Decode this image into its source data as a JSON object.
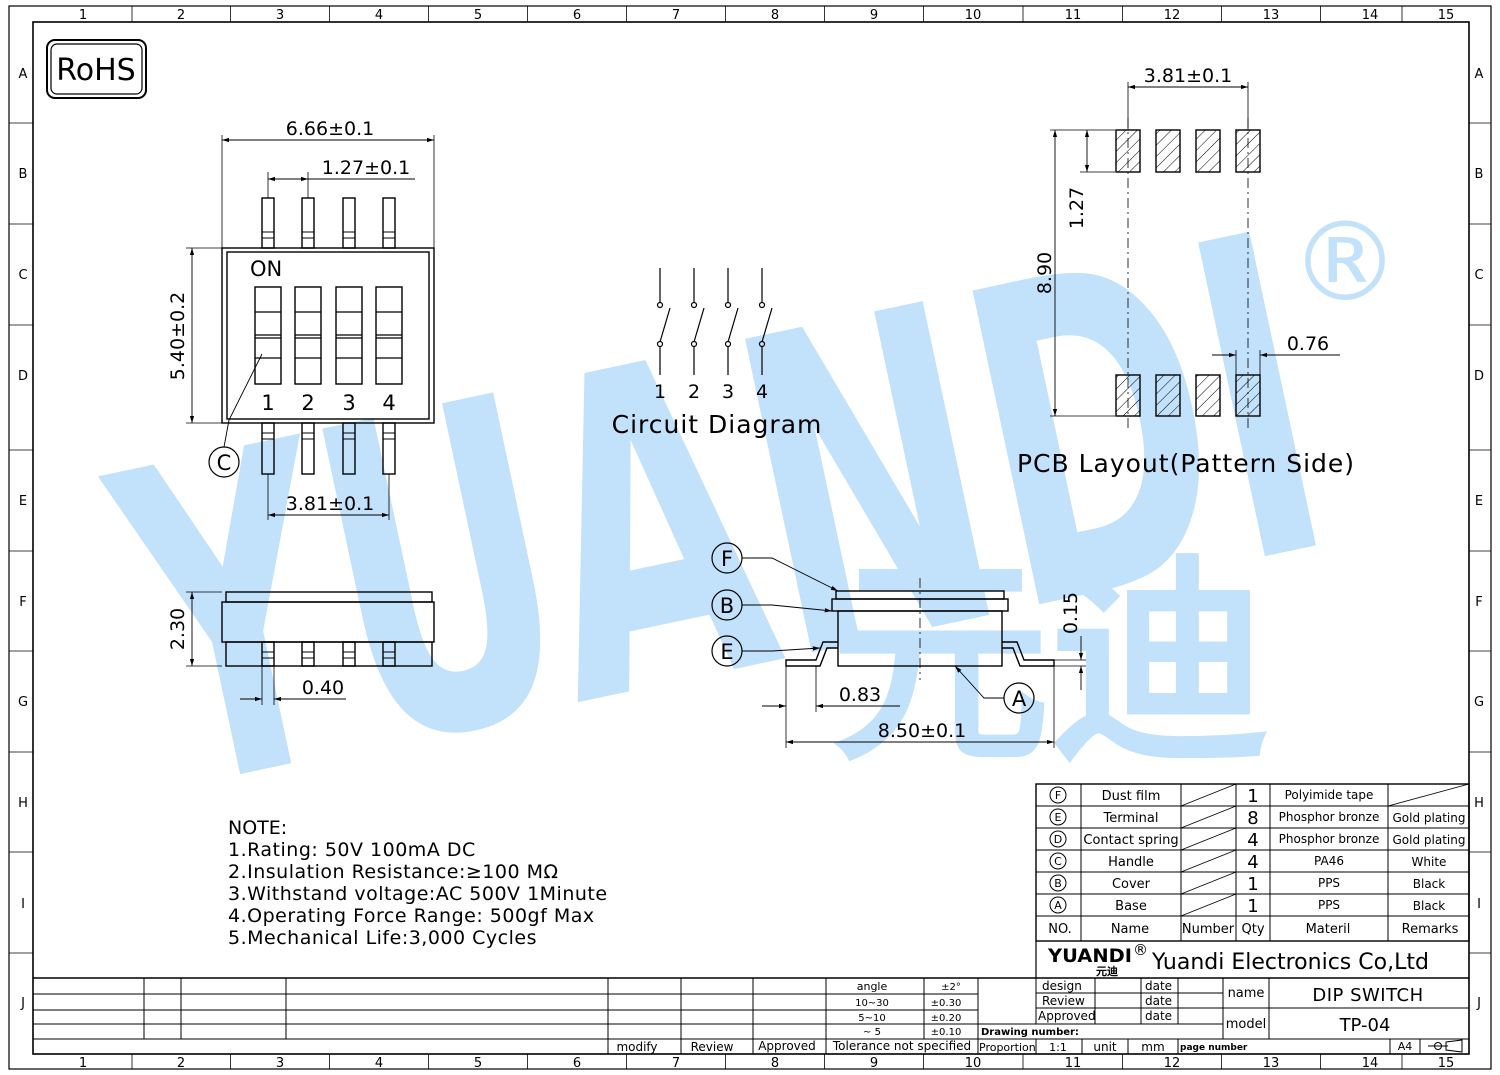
{
  "frame": {
    "col_numbers": [
      "1",
      "2",
      "3",
      "4",
      "5",
      "6",
      "7",
      "8",
      "9",
      "10",
      "11",
      "12",
      "13",
      "14",
      "15"
    ],
    "row_letters": [
      "A",
      "B",
      "C",
      "D",
      "E",
      "F",
      "G",
      "H",
      "I",
      "J"
    ]
  },
  "rohs": "RoHS",
  "watermark": {
    "text": "YUANDI",
    "cn": "元迪",
    "mark": "®",
    "color": "#bfe0fb",
    "accent": "#cdeec4"
  },
  "top_view": {
    "dim_width": "6.66±0.1",
    "dim_pitch": "1.27±0.1",
    "dim_height": "5.40±0.2",
    "dim_pin_span": "3.81±0.1",
    "on_label": "ON",
    "switch_numbers": [
      "1",
      "2",
      "3",
      "4"
    ],
    "callout_c": "C"
  },
  "side_view": {
    "dim_height": "2.30",
    "dim_lead": "0.40"
  },
  "circuit": {
    "title": "Circuit Diagram",
    "numbers": [
      "1",
      "2",
      "3",
      "4"
    ]
  },
  "pcb": {
    "title": "PCB Layout(Pattern Side)",
    "dim_span": "3.81±0.1",
    "dim_pitch": "1.27",
    "dim_height": "8.90",
    "dim_pad": "0.76"
  },
  "section": {
    "callouts": [
      "F",
      "B",
      "E",
      "A"
    ],
    "dim_015": "0.15",
    "dim_083": "0.83",
    "dim_850": "8.50±0.1"
  },
  "notes": {
    "title": "NOTE:",
    "lines": [
      "1.Rating: 50V 100mA DC",
      "2.Insulation Resistance:≥100 MΩ",
      "3.Withstand voltage:AC 500V 1Minute",
      "4.Operating Force Range: 500gf Max",
      "5.Mechanical Life:3,000 Cycles"
    ]
  },
  "bom": {
    "rows": [
      {
        "mark": "F",
        "name": "Dust film",
        "qty": "1",
        "material": "Polyimide tape",
        "remarks": ""
      },
      {
        "mark": "E",
        "name": "Terminal",
        "qty": "8",
        "material": "Phosphor bronze",
        "remarks": "Gold plating"
      },
      {
        "mark": "D",
        "name": "Contact spring",
        "qty": "4",
        "material": "Phosphor bronze",
        "remarks": "Gold plating"
      },
      {
        "mark": "C",
        "name": "Handle",
        "qty": "4",
        "material": "PA46",
        "remarks": "White"
      },
      {
        "mark": "B",
        "name": "Cover",
        "qty": "1",
        "material": "PPS",
        "remarks": "Black"
      },
      {
        "mark": "A",
        "name": "Base",
        "qty": "1",
        "material": "PPS",
        "remarks": "Black"
      }
    ],
    "headers": {
      "no": "NO.",
      "name": "Name",
      "number": "Number",
      "qty": "Qty",
      "material": "Materil",
      "remarks": "Remarks"
    }
  },
  "title_block": {
    "company_logo": "YUANDI",
    "company_logo_cn": "元迪",
    "company_logo_mark": "®",
    "company": "Yuandi Electronics Co,Ltd",
    "design": "design",
    "review": "Review",
    "approved": "Approved",
    "date": "date",
    "name_label": "name",
    "name_value": "DIP SWITCH",
    "model_label": "model",
    "model_value": "TP-04",
    "drawing_number": "Drawing number:",
    "proportion": "Proportion",
    "scale": "1:1",
    "unit": "unit",
    "mm": "mm",
    "page_number": "page number",
    "paper": "A4",
    "tolerance": {
      "angle": "angle",
      "angle_tol": "±2°",
      "r1": "10~30",
      "t1": "±0.30",
      "r2": "5~10",
      "t2": "±0.20",
      "r3": "~ 5",
      "t3": "±0.10",
      "label": "Tolerance not specified"
    },
    "bottom": {
      "modify": "modify",
      "review": "Review",
      "approved": "Approved"
    }
  }
}
